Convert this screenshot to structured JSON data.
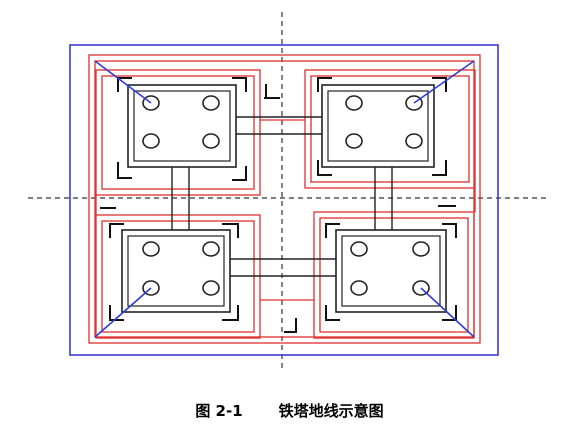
{
  "caption": {
    "figure_number": "图 2-1",
    "title": "铁塔地线示意图"
  },
  "colors": {
    "outer_boundary": "#3b3bd6",
    "ground_ring": "#e03030",
    "diagonal_lead": "#2e3fd1",
    "structure": "#222222",
    "centerline": "#333333"
  },
  "legend": {
    "tower_feet_count": 4,
    "bolts_per_foot": 4
  }
}
